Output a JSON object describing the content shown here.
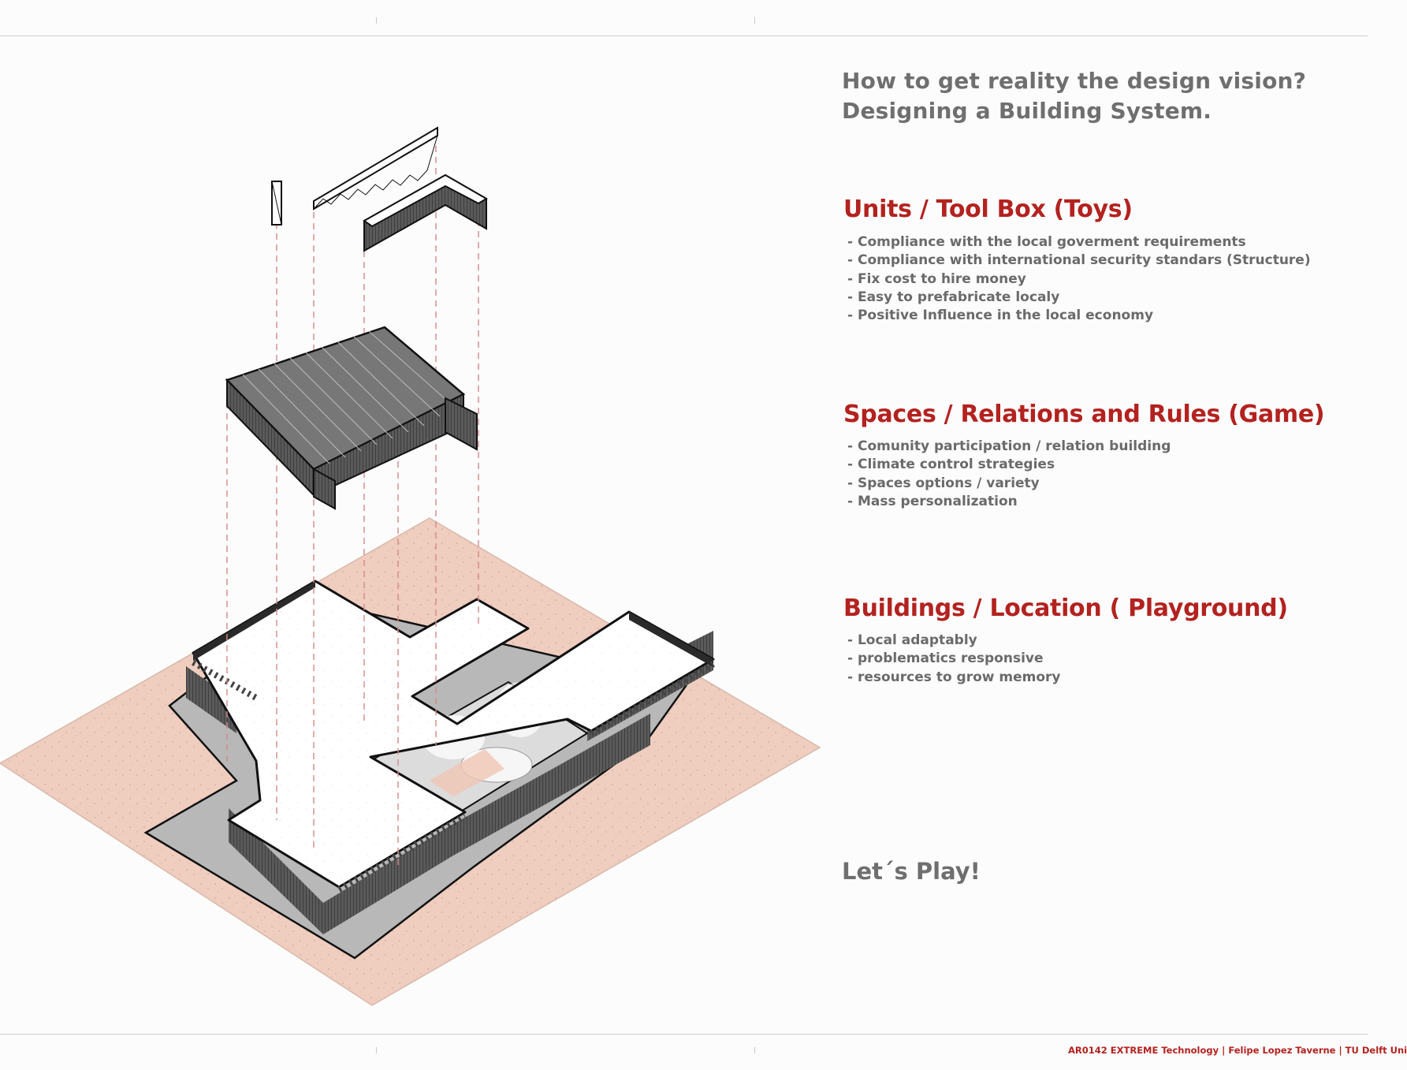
{
  "header": {
    "question_line1": "How to get reality the design vision?",
    "question_line2": "Designing a Building System."
  },
  "sections": [
    {
      "heading": "Units / Tool Box (Toys)",
      "items": [
        "- Compliance with the local goverment requirements",
        "- Compliance with international security standars (Structure)",
        "- Fix cost to hire money",
        "- Easy to prefabricate localy",
        "- Positive  Influence in the local economy"
      ]
    },
    {
      "heading": "Spaces / Relations and Rules (Game)",
      "items": [
        "- Comunity participation / relation building",
        "- Climate control strategies",
        "- Spaces options / variety",
        "- Mass personalization"
      ]
    },
    {
      "heading": "Buildings / Location ( Playground)",
      "items": [
        "- Local adaptably",
        "- problematics responsive",
        "- resources to grow memory"
      ]
    }
  ],
  "closing": "Let´s Play!",
  "footer": "AR0142 EXTREME Technology | Felipe Lopez Taverne | TU Delft Uni",
  "colors": {
    "accent_red": "#b3221f",
    "text_gray": "#6a6a6a",
    "site_pink": "#efcdbf",
    "wall_dark": "#3a3a3a"
  }
}
